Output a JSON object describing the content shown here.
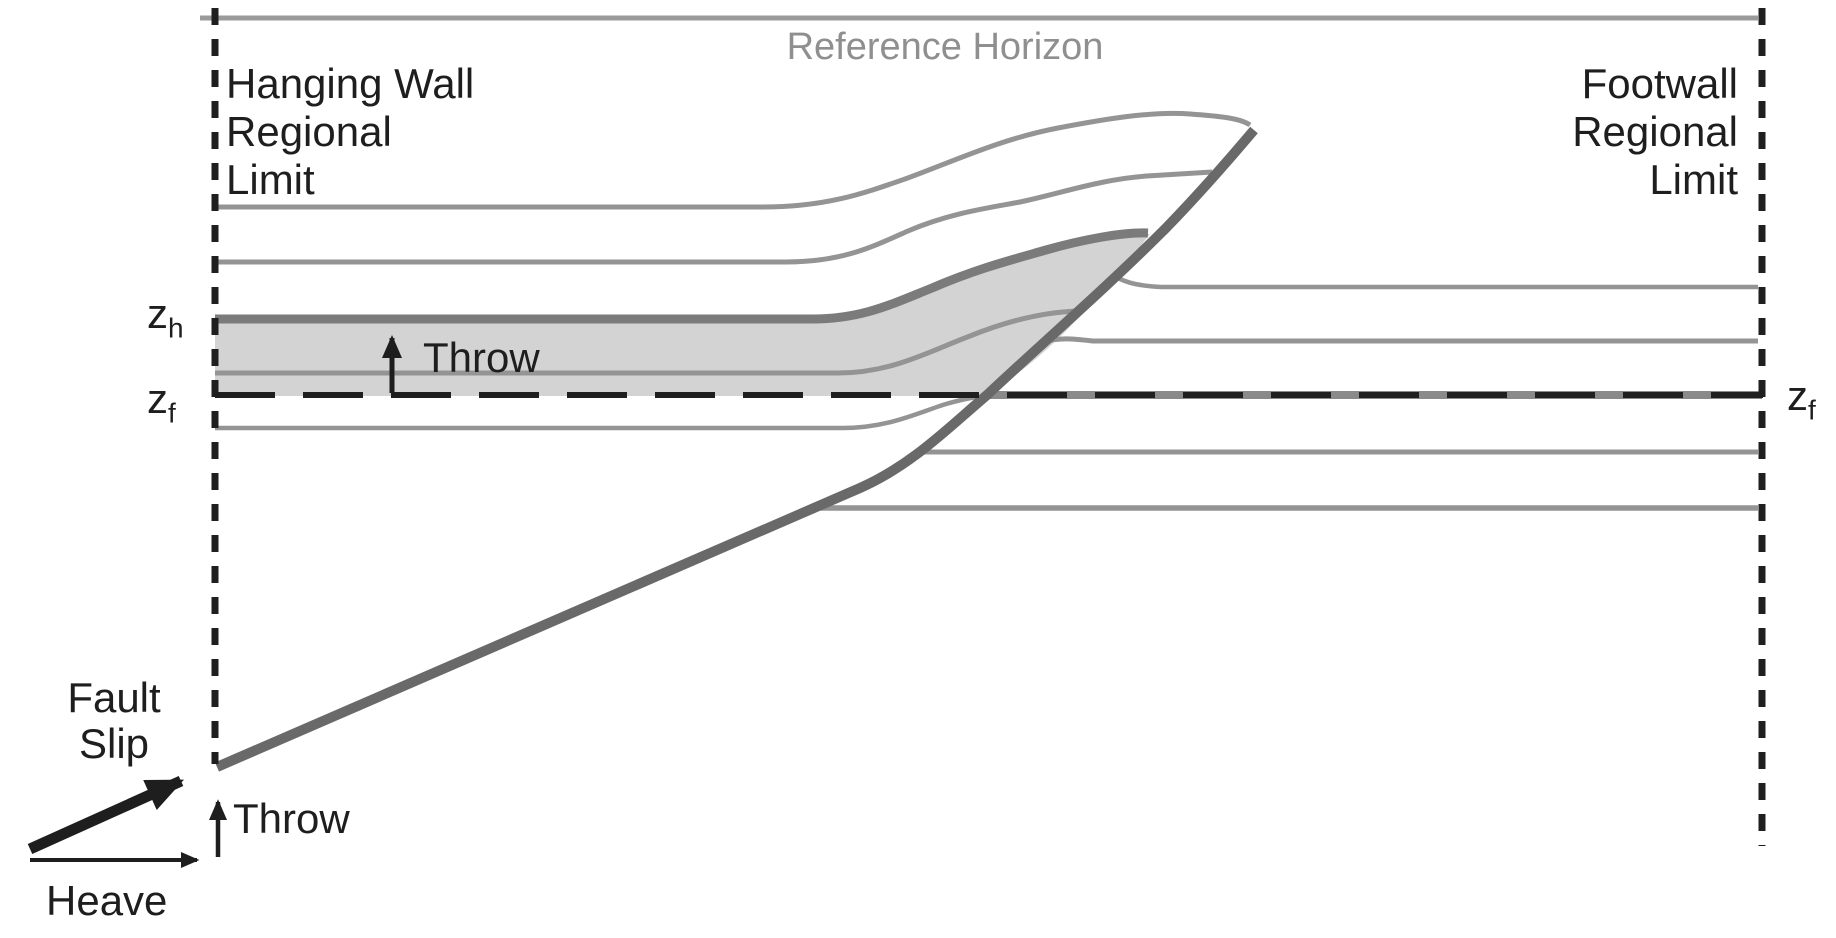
{
  "figure": {
    "title_note": "Reference Horizon",
    "labels": {
      "reference_horizon": "Reference Horizon",
      "hanging_wall_limit": {
        "line1": "Hanging Wall",
        "line2": "Regional",
        "line3": "Limit"
      },
      "footwall_limit": {
        "line1": "Footwall",
        "line2": "Regional",
        "line3": "Limit"
      },
      "z_hanging": {
        "base": "z",
        "sub": "h"
      },
      "z_foot_left": {
        "base": "z",
        "sub": "f"
      },
      "z_foot_right": {
        "base": "z",
        "sub": "f"
      },
      "throw_middle": "Throw",
      "throw_bottom": "Throw",
      "heave": "Heave",
      "fault_slip": {
        "line1": "Fault",
        "line2": "Slip"
      }
    },
    "colors": {
      "background": "#ffffff",
      "text": "#1e1e1e",
      "muted_text": "#8f8f8f",
      "top_line": "#9a9a9a",
      "horizon_line": "#949494",
      "reference_horizon_hanging": "#7b7b7b",
      "reference_horizon_footwall": "#8a8a8a",
      "fault": "#696969",
      "layer_fill": "#d3d3d3",
      "dashed_line": "#1f1f1f",
      "arrow": "#1e1e1e"
    }
  }
}
